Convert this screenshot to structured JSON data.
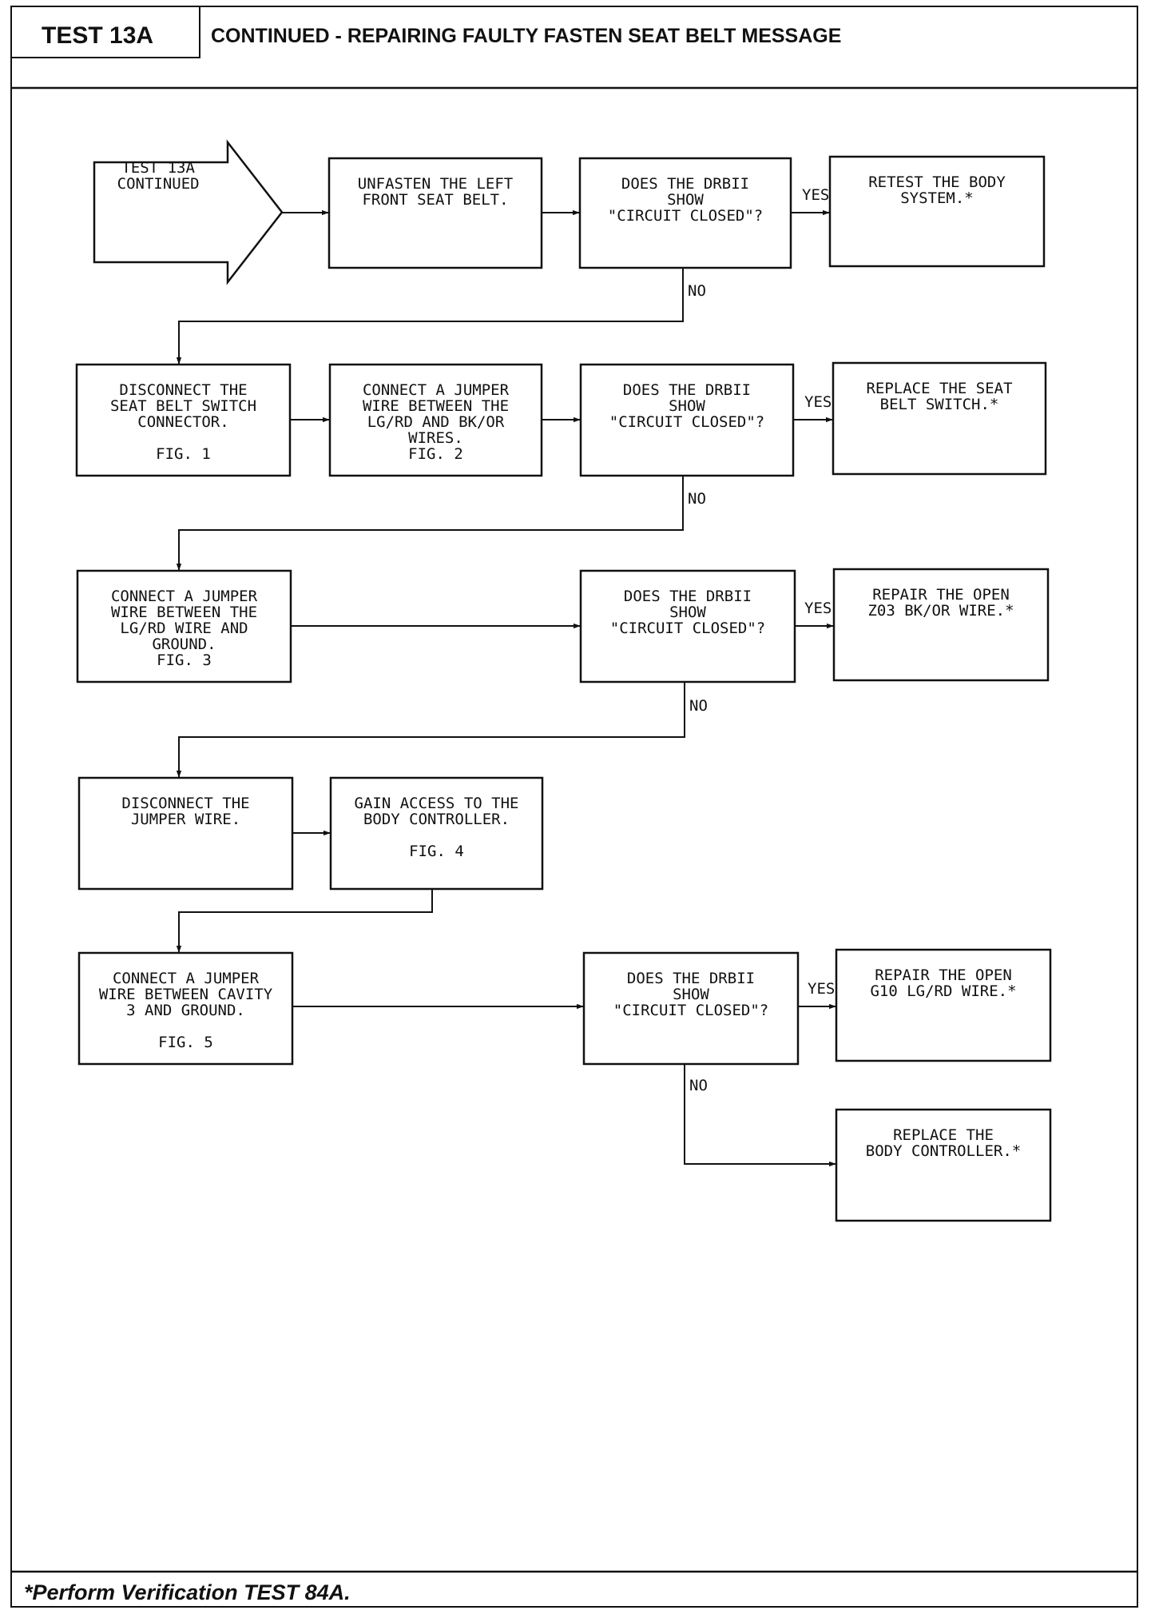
{
  "header": {
    "test_label": "TEST 13A",
    "title": "CONTINUED - REPAIRING FAULTY FASTEN SEAT BELT MESSAGE"
  },
  "footer": {
    "note": "*Perform Verification TEST 84A."
  },
  "nodes": [
    {
      "id": "start",
      "shape": "arrow",
      "lines": [
        "TEST 13A",
        "CONTINUED"
      ]
    },
    {
      "id": "n1",
      "shape": "box",
      "lines": [
        "UNFASTEN THE LEFT",
        "FRONT SEAT BELT."
      ]
    },
    {
      "id": "q1",
      "shape": "box",
      "lines": [
        "DOES THE DRBII",
        "SHOW",
        "\"CIRCUIT CLOSED\"?"
      ]
    },
    {
      "id": "r1",
      "shape": "box",
      "lines": [
        "RETEST THE BODY",
        "SYSTEM.*"
      ]
    },
    {
      "id": "n2",
      "shape": "box",
      "lines": [
        "DISCONNECT THE",
        "SEAT BELT SWITCH",
        "CONNECTOR.",
        "",
        "FIG. 1"
      ]
    },
    {
      "id": "n3",
      "shape": "box",
      "lines": [
        "CONNECT A JUMPER",
        "WIRE BETWEEN THE",
        "LG/RD AND BK/OR",
        "WIRES.",
        "FIG. 2"
      ]
    },
    {
      "id": "q2",
      "shape": "box",
      "lines": [
        "DOES THE DRBII",
        "SHOW",
        "\"CIRCUIT CLOSED\"?"
      ]
    },
    {
      "id": "r2",
      "shape": "box",
      "lines": [
        "REPLACE THE SEAT",
        "BELT SWITCH.*"
      ]
    },
    {
      "id": "n4",
      "shape": "box",
      "lines": [
        "CONNECT A JUMPER",
        "WIRE BETWEEN THE",
        "LG/RD WIRE AND",
        "GROUND.",
        "FIG. 3"
      ]
    },
    {
      "id": "q3",
      "shape": "box",
      "lines": [
        "DOES THE DRBII",
        "SHOW",
        "\"CIRCUIT CLOSED\"?"
      ]
    },
    {
      "id": "r3",
      "shape": "box",
      "lines": [
        "REPAIR THE OPEN",
        "Z03 BK/OR WIRE.*"
      ]
    },
    {
      "id": "n5",
      "shape": "box",
      "lines": [
        "DISCONNECT THE",
        "JUMPER WIRE."
      ]
    },
    {
      "id": "n6",
      "shape": "box",
      "lines": [
        "GAIN ACCESS TO THE",
        "BODY CONTROLLER.",
        "",
        "FIG. 4"
      ]
    },
    {
      "id": "n7",
      "shape": "box",
      "lines": [
        "CONNECT A JUMPER",
        "WIRE BETWEEN CAVITY",
        "3 AND GROUND.",
        "",
        "FIG. 5"
      ]
    },
    {
      "id": "q4",
      "shape": "box",
      "lines": [
        "DOES THE DRBII",
        "SHOW",
        "\"CIRCUIT CLOSED\"?"
      ]
    },
    {
      "id": "r4",
      "shape": "box",
      "lines": [
        "REPAIR THE OPEN",
        "G10 LG/RD WIRE.*"
      ]
    },
    {
      "id": "r5",
      "shape": "box",
      "lines": [
        "REPLACE THE",
        "BODY CONTROLLER.*"
      ]
    }
  ],
  "edges": [
    {
      "from": "start",
      "to": "n1",
      "label": ""
    },
    {
      "from": "n1",
      "to": "q1",
      "label": ""
    },
    {
      "from": "q1",
      "to": "r1",
      "label": "YES"
    },
    {
      "from": "q1",
      "to": "n2",
      "label": "NO"
    },
    {
      "from": "n2",
      "to": "n3",
      "label": ""
    },
    {
      "from": "n3",
      "to": "q2",
      "label": ""
    },
    {
      "from": "q2",
      "to": "r2",
      "label": "YES"
    },
    {
      "from": "q2",
      "to": "n4",
      "label": "NO"
    },
    {
      "from": "n4",
      "to": "q3",
      "label": ""
    },
    {
      "from": "q3",
      "to": "r3",
      "label": "YES"
    },
    {
      "from": "q3",
      "to": "n5",
      "label": "NO"
    },
    {
      "from": "n5",
      "to": "n6",
      "label": ""
    },
    {
      "from": "n6",
      "to": "n7",
      "label": ""
    },
    {
      "from": "n7",
      "to": "q4",
      "label": ""
    },
    {
      "from": "q4",
      "to": "r4",
      "label": "YES"
    },
    {
      "from": "q4",
      "to": "r5",
      "label": "NO"
    }
  ]
}
